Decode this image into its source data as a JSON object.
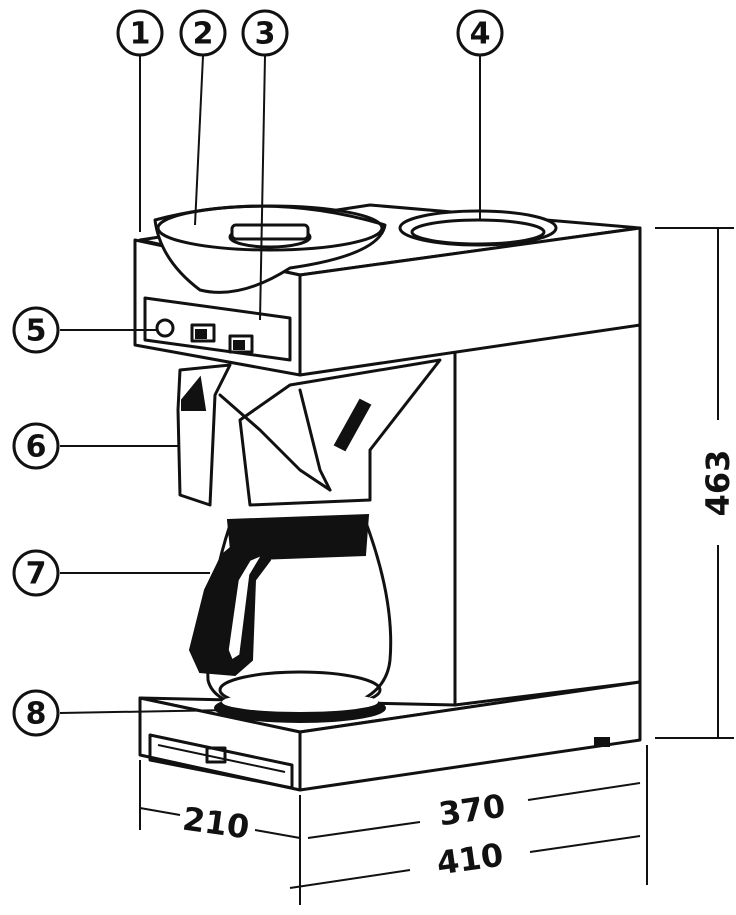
{
  "callouts": [
    "1",
    "2",
    "3",
    "4",
    "5",
    "6",
    "7",
    "8"
  ],
  "dimensions": {
    "height": "463",
    "front_depth": "210",
    "side_width": "370",
    "total_width": "410"
  }
}
